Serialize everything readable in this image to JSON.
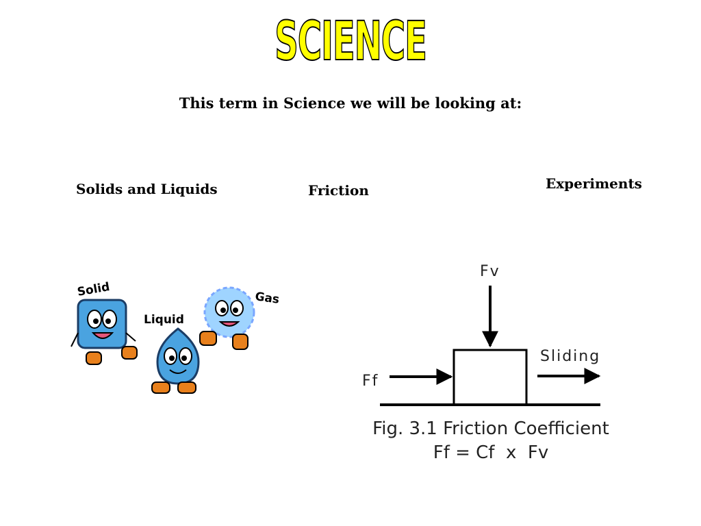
{
  "title": "SCIENCE",
  "subtitle": "This term in Science we will be looking at:",
  "topics": [
    "Solids and Liquids",
    "Friction",
    "Experiments"
  ],
  "illustration": {
    "labels": [
      "Solid",
      "Liquid",
      "Gas"
    ],
    "colors": {
      "body": "#4aa3e0",
      "shoe": "#e8801c",
      "gas": "#9fd4ff"
    }
  },
  "diagram": {
    "fv_label": "Fv",
    "ff_label": "Ff",
    "sliding_label": "Sliding",
    "caption": "Fig. 3.1 Friction Coefficient",
    "formula": "Ff = Cf  x  Fv"
  }
}
